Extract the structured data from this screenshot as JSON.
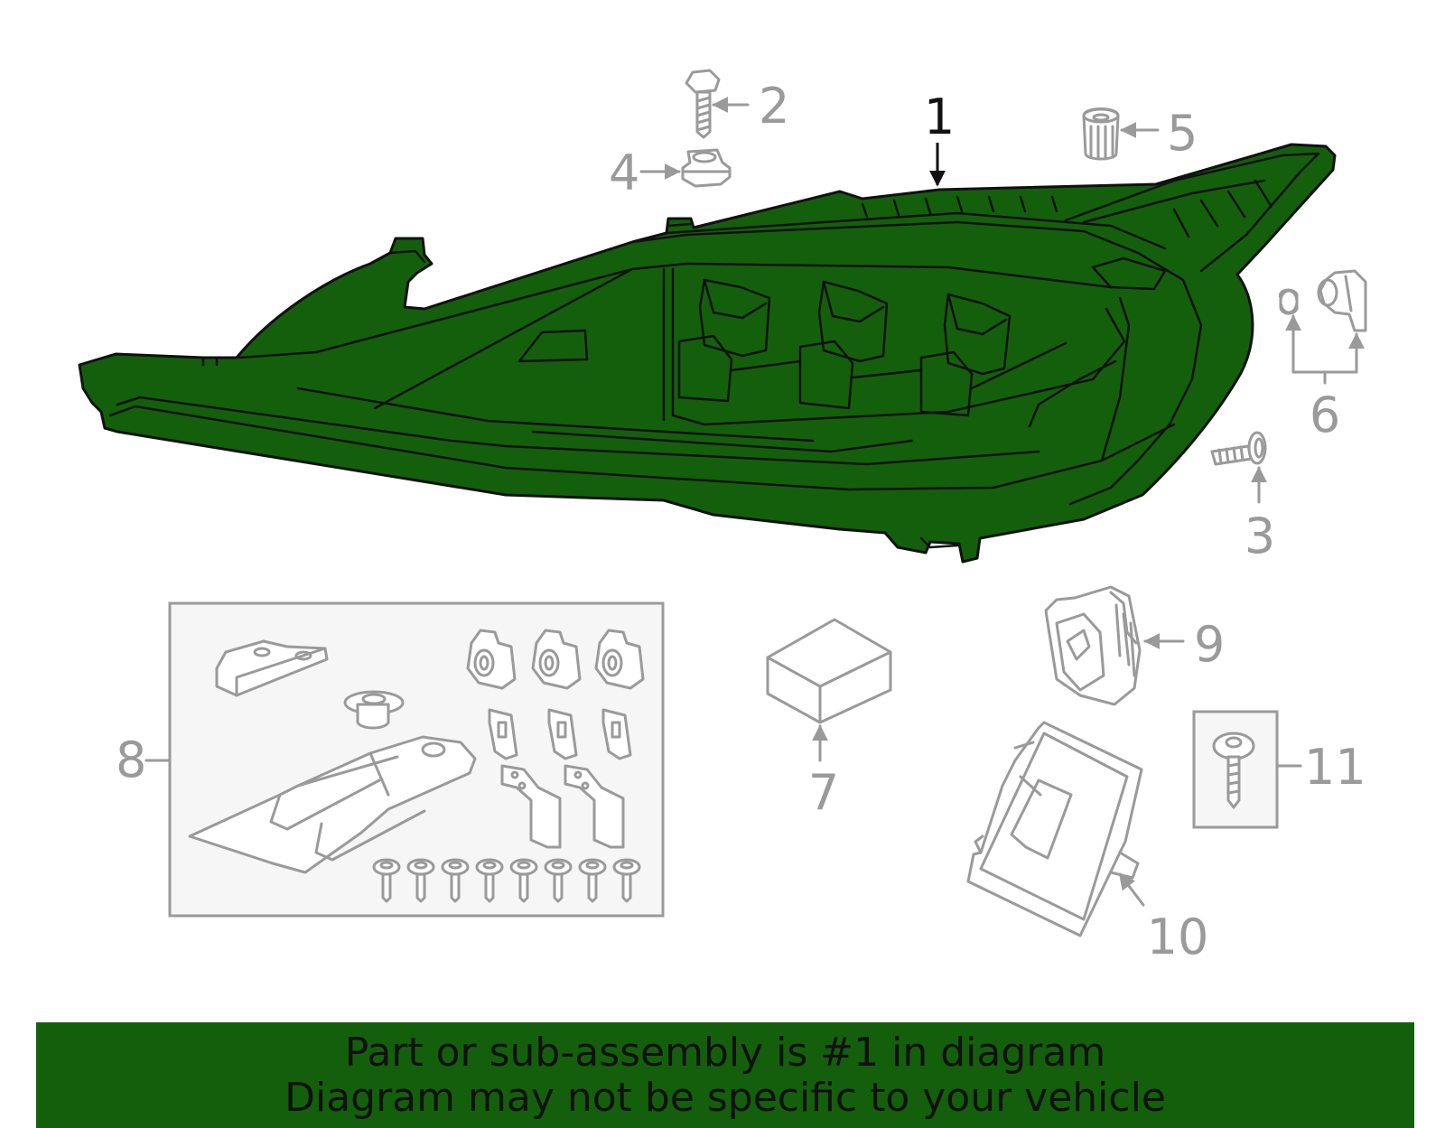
{
  "colors": {
    "highlight": "#145f0c",
    "line": "#9a9a9a",
    "outline": "#111111",
    "kit_box_bg": "#f6f6f6"
  },
  "callouts": {
    "c1": "1",
    "c2": "2",
    "c3": "3",
    "c4": "4",
    "c5": "5",
    "c6": "6",
    "c7": "7",
    "c8": "8",
    "c9": "9",
    "c10": "10",
    "c11": "11"
  },
  "banner": {
    "line1": "Part or sub-assembly is #1 in diagram",
    "line2": "Diagram may not be specific to your vehicle"
  }
}
